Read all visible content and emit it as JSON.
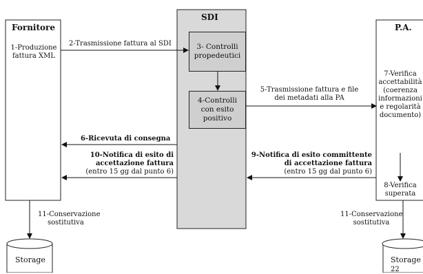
{
  "lanes": {
    "fornitore": "Fornitore",
    "sdi": "SDI",
    "pa": "P.A."
  },
  "fornitore": {
    "step1_line1": "1-Produzione",
    "step1_line2": "fattura XML",
    "step11_line1": "11-Conservazione",
    "step11_line2": "sostitutiva",
    "storage": "Storage"
  },
  "sdi": {
    "step3_line1": "3- Controlli",
    "step3_line2": "propedeutici",
    "step4_line1": "4-Controlli",
    "step4_line2": "con esito",
    "step4_line3": "positivo"
  },
  "pa": {
    "step7_lines": [
      "7-Verifica",
      "accettabilità",
      "(coerenza",
      "informazioni",
      "e regolarità",
      "documento)"
    ],
    "step8_line1": "8-Verifica",
    "step8_line2": "superata",
    "step11_line1": "11-Conservazione",
    "step11_line2": "sostitutiva",
    "storage": "Storage",
    "storage_num": "22"
  },
  "messages": {
    "step2": "2-Trasmissione fattura al SDI",
    "step5_line1": "5-Trasmissione fattura e file",
    "step5_line2": "dei metadati alla PA",
    "step6": "6-Ricevuta di consegna",
    "step10_line1": "10-Notifica di esito di",
    "step10_line2": "accettazione fattura",
    "step10_line3": "(entro 15 gg  dal punto 6)",
    "step9_line1": "9-Notifica di esito committente",
    "step9_line2": "di accettazione fattura",
    "step9_line3": "(entro 15 gg  dal punto 6)"
  }
}
